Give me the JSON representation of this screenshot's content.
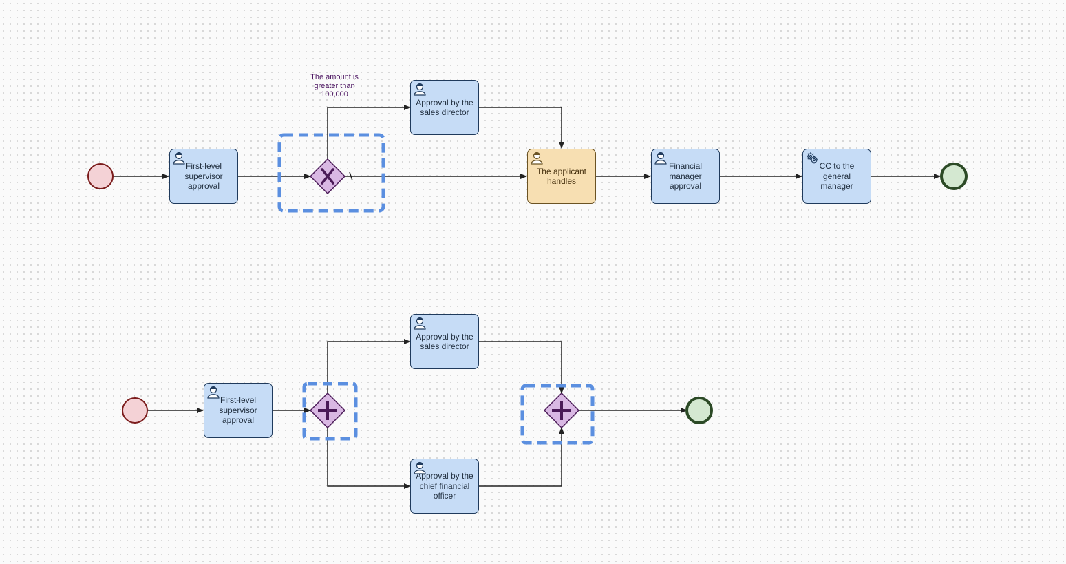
{
  "diagram_top": {
    "start_event": "start-event",
    "tasks": {
      "first_level": "First-level supervisor approval",
      "sales_director": "Approval by the sales director",
      "applicant": "The applicant handles",
      "financial_manager": "Financial manager approval",
      "cc_general_manager": "CC to the general manager"
    },
    "gateway": "exclusive",
    "condition_label": "The amount is greater than 100,000",
    "end_event": "end-event"
  },
  "diagram_bottom": {
    "tasks": {
      "first_level": "First-level supervisor approval",
      "sales_director": "Approval by the sales director",
      "cfo": "Approval by the chief financial officer"
    },
    "gateways": [
      "parallel-split",
      "parallel-join"
    ]
  },
  "colors": {
    "task_fill": "#c6dcf6",
    "task_highlight_fill": "#f7dfb2",
    "gateway_fill": "#d9b8e3",
    "gateway_stroke": "#4a1a57",
    "selection": "#5b8fe0",
    "start_fill": "#f4d2d6",
    "end_fill": "#d4e8d1"
  }
}
